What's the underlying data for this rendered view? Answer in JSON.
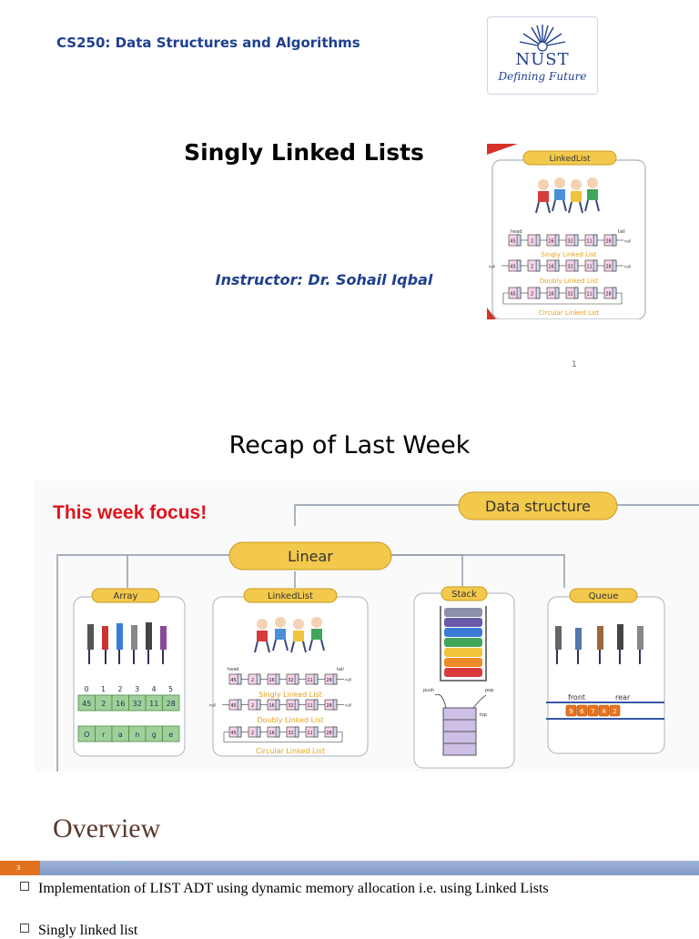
{
  "slide_1": {
    "course": "CS250: Data Structures and Algorithms",
    "logo": {
      "name": "NUST",
      "tagline": "Defining Future"
    },
    "title": "Singly Linked Lists",
    "instructor": "Instructor: Dr. Sohail Iqbal",
    "page_number": "1",
    "thumbnail": {
      "label": "LinkedList",
      "head": "head",
      "tail": "tail",
      "null": "null",
      "values": [
        "45",
        "2",
        "16",
        "32",
        "11",
        "28"
      ],
      "singly": "Singly Linked List",
      "doubly": "Doubly Linked List",
      "circular": "Circular Linked List"
    }
  },
  "slide_2": {
    "title": "Recap of Last Week",
    "diagram": {
      "focus": "This week focus!",
      "root": "Data structure",
      "linear": "Linear",
      "array": {
        "label": "Array",
        "indices": [
          "0",
          "1",
          "2",
          "3",
          "4",
          "5"
        ],
        "values": [
          "45",
          "2",
          "16",
          "32",
          "11",
          "28"
        ],
        "chars": [
          "O",
          "r",
          "a",
          "n",
          "g",
          "e"
        ]
      },
      "linkedlist": {
        "label": "LinkedList",
        "head": "head",
        "tail": "tail",
        "null": "null",
        "values": [
          "45",
          "2",
          "16",
          "32",
          "11",
          "28"
        ],
        "singly": "Singly Linked List",
        "doubly": "Doubly Linked List",
        "circular": "Circular Linked List"
      },
      "stack": {
        "label": "Stack",
        "push": "push",
        "pop": "pop",
        "top": "top"
      },
      "queue": {
        "label": "Queue",
        "front": "front",
        "rear": "rear",
        "values": [
          "9",
          "6",
          "7",
          "4",
          "2"
        ]
      }
    }
  },
  "slide_3": {
    "title": "Overview",
    "badge": "3",
    "bullets": [
      "Implementation of LIST ADT using dynamic memory allocation i.e. using Linked Lists",
      "Singly linked list"
    ]
  }
}
